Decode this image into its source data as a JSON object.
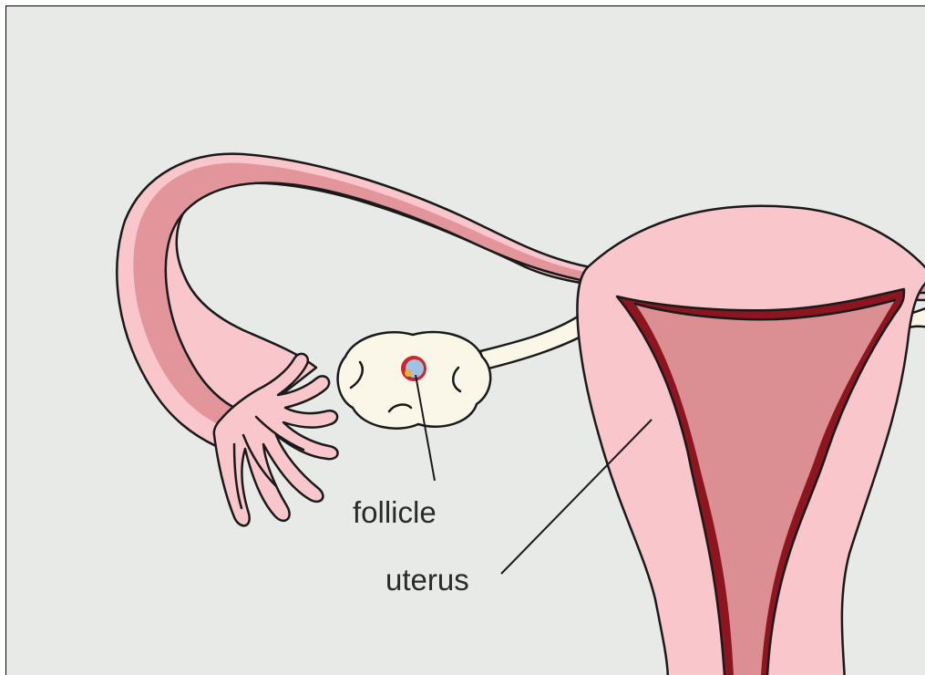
{
  "colors": {
    "background": "#e8eae8",
    "tissue": "#f8c6cb",
    "tube_lumen": "#e3959c",
    "uterine_cavity": "#dc8f93",
    "endometrium": "#8c1520",
    "ovary": "#fbf7e8",
    "follicle_core": "#9fc1e3",
    "follicle_rim": "#c8282f",
    "oocyte": "#e7b233",
    "outline": "#1a1a1a"
  },
  "labels": {
    "follicle": "follicle",
    "uterus": "uterus"
  },
  "icons": [
    "uterus-anatomy-illustration"
  ]
}
